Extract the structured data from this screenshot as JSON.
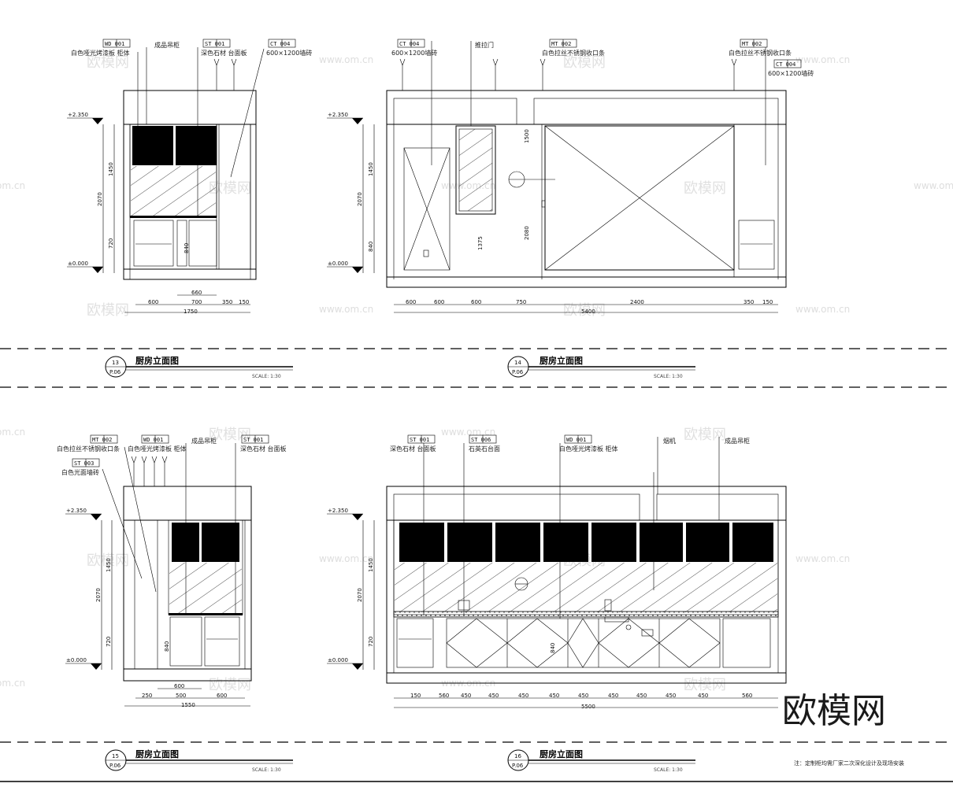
{
  "watermarks": {
    "brand_text": "欧模网",
    "url_text": "www.om.cn",
    "url_short": "om.cn"
  },
  "views": [
    {
      "num": "13",
      "sheet": "P.06",
      "title": "厨房立面图",
      "scale": "SCALE: 1:30",
      "top_level": "+2.350",
      "bottom_level": "±0.000",
      "callouts": [
        {
          "code": "WD 001",
          "text": "白色哑光烤漆板 柜体"
        },
        {
          "code": "",
          "text": "成品吊柜"
        },
        {
          "code": "ST 001",
          "text": "深色石材 台面板"
        },
        {
          "code": "CT 004",
          "text": "600×1200墙砖"
        }
      ],
      "v_dims": [
        "1450",
        "2070",
        "720",
        "840"
      ],
      "h_dims": [
        "600",
        "700",
        "350",
        "150"
      ],
      "h_sub": "660",
      "total": "1750"
    },
    {
      "num": "14",
      "sheet": "P.06",
      "title": "厨房立面图",
      "scale": "SCALE: 1:30",
      "top_level": "+2.350",
      "bottom_level": "±0.000",
      "callouts": [
        {
          "code": "CT 004",
          "text": "600×1200墙砖"
        },
        {
          "code": "",
          "text": "推拉门"
        },
        {
          "code": "MT 002",
          "text": "白色拉丝不锈钢收口条"
        },
        {
          "code": "MT 002",
          "text": "白色拉丝不锈钢收口条"
        },
        {
          "code": "CT 004",
          "text": "600×1200墙砖"
        }
      ],
      "v_dims": [
        "1450",
        "2070",
        "840"
      ],
      "h_dims": [
        "600",
        "600",
        "600",
        "750",
        "2400",
        "350",
        "150"
      ],
      "inner_dims": [
        "1500",
        "2080",
        "1375"
      ],
      "total": "5400"
    },
    {
      "num": "15",
      "sheet": "P.06",
      "title": "厨房立面图",
      "scale": "SCALE: 1:30",
      "top_level": "+2.350",
      "bottom_level": "±0.000",
      "callouts": [
        {
          "code": "MT 002",
          "text": "白色拉丝不锈钢收口条"
        },
        {
          "code": "WD 001",
          "text": "白色哑光烤漆板 柜体"
        },
        {
          "code": "",
          "text": "成品吊柜"
        },
        {
          "code": "ST 001",
          "text": "深色石材 台面板"
        },
        {
          "code": "ST 003",
          "text": "白色光面墙砖"
        }
      ],
      "v_dims": [
        "1450",
        "2070",
        "720",
        "840"
      ],
      "h_dims": [
        "250",
        "500",
        "600"
      ],
      "h_sub": "600",
      "total": "1550"
    },
    {
      "num": "16",
      "sheet": "P.06",
      "title": "厨房立面图",
      "scale": "SCALE: 1:30",
      "top_level": "+2.350",
      "bottom_level": "±0.000",
      "callouts": [
        {
          "code": "ST 001",
          "text": "深色石材 台面板"
        },
        {
          "code": "ST 006",
          "text": "石英石台面"
        },
        {
          "code": "WD 001",
          "text": "白色哑光烤漆板 柜体"
        },
        {
          "code": "",
          "text": "烟机"
        },
        {
          "code": "",
          "text": "成品吊柜"
        }
      ],
      "v_dims": [
        "1450",
        "2070",
        "720",
        "840"
      ],
      "h_dims": [
        "150",
        "560",
        "450",
        "450",
        "450",
        "450",
        "450",
        "450",
        "450",
        "450",
        "450",
        "560"
      ],
      "total": "5500"
    }
  ],
  "footer_note": "注：定制柜均需厂家二次深化设计及现场安装"
}
